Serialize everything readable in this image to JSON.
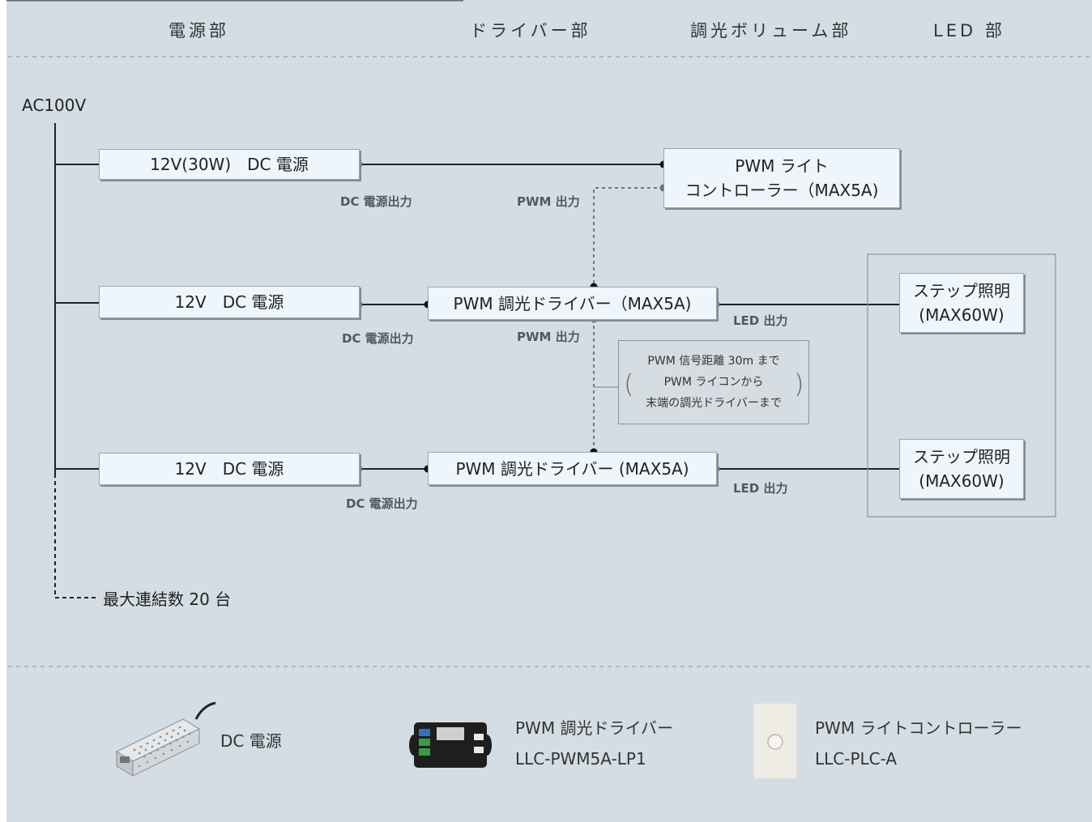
{
  "headers": {
    "power": "電源部",
    "driver": "ドライバー部",
    "dimmer": "調光ボリューム部",
    "led": "LED 部"
  },
  "input": {
    "ac": "AC100V"
  },
  "boxes": {
    "psu_30w": "12V(30W)　DC 電源",
    "psu_2": "12V　DC 電源",
    "psu_3": "12V　DC 電源",
    "controller_line1": "PWM ライト",
    "controller_line2": "コントローラー（MAX5A)",
    "driver_1": "PWM 調光ドライバー（MAX5A)",
    "driver_2": "PWM 調光ドライバー (MAX5A)",
    "led_1_line1": "ステップ照明",
    "led_1_line2": "(MAX60W)",
    "led_2_line1": "ステップ照明",
    "led_2_line2": "(MAX60W)"
  },
  "labels": {
    "dc_out_1": "DC 電源出力",
    "dc_out_2": "DC 電源出力",
    "dc_out_3": "DC 電源出力",
    "pwm_out_1": "PWM 出力",
    "pwm_out_2": "PWM 出力",
    "led_out_1": "LED 出力",
    "led_out_2": "LED 出力"
  },
  "note": {
    "line1": "PWM 信号距離 30m まで",
    "line2": "PWM ライコンから",
    "line3": "末端の調光ドライバーまで"
  },
  "max_link": "最大連結数 20 台",
  "legend": {
    "psu": "DC 電源",
    "driver_name": "PWM 調光ドライバー",
    "driver_model": "LLC-PWM5A-LP1",
    "controller_name": "PWM ライトコントローラー",
    "controller_model": "LLC-PLC-A"
  },
  "colors": {
    "background": "#d3dde3",
    "box_fill": "#eef5fb",
    "line": "#222222",
    "connector": "#5f7079"
  }
}
